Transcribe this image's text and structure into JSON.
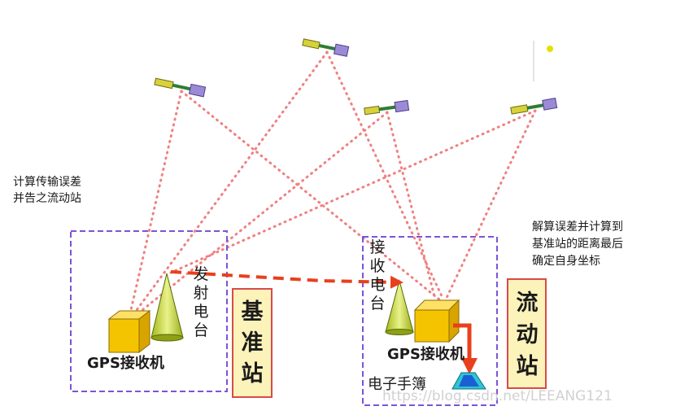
{
  "notes": {
    "left_line1": "计算传输误差",
    "left_line2": "并告之流动站",
    "right_line1": "解算误差并计算到",
    "right_line2": "基准站的距离最后",
    "right_line3": "确定自身坐标"
  },
  "base_station": {
    "title_chars": [
      "基",
      "准",
      "站"
    ],
    "receiver_label": "GPS接收机",
    "transmitter_chars": [
      "发",
      "射",
      "电",
      "台"
    ]
  },
  "rover_station": {
    "title_chars": [
      "流",
      "动",
      "站"
    ],
    "receiver_label": "GPS接收机",
    "antenna_chars": [
      "接",
      "收",
      "电",
      "台"
    ],
    "handbook_label": "电子手簿"
  },
  "watermark": "https://blog.csdn.net/LEEANG121",
  "colors": {
    "signal": "#f08080",
    "radio_link": "#e8401c",
    "dashed_box": "#7a55d6",
    "title_box_border": "#d94a4a",
    "title_box_fill": "#fbf3ba",
    "title_text": "#2b8a3e",
    "receiver_box": "#f5c400"
  }
}
